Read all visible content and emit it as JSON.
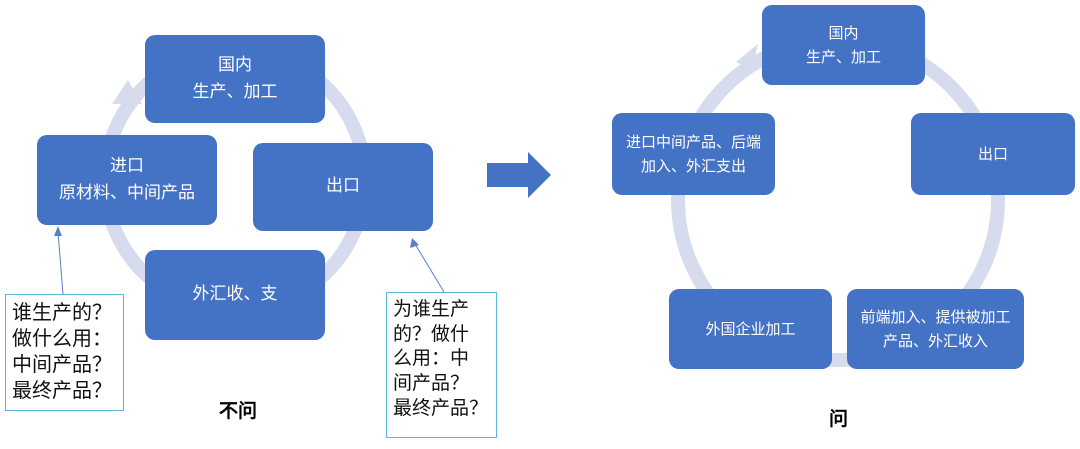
{
  "left_panel": {
    "boxes": {
      "domestic": {
        "title": "国内",
        "sub": "生产、加工"
      },
      "import": {
        "title": "进口",
        "sub": "原材料、中间产品"
      },
      "export": {
        "title": "出口"
      },
      "forex": {
        "title": "外汇收、支"
      }
    },
    "note_left": "谁生产的？\n做什么用：\n中间产品？\n最终产品？",
    "note_right": "为谁生产\n的？做什\n么用：中\n间产品？\n最终产品？",
    "caption": "不问"
  },
  "right_panel": {
    "boxes": {
      "domestic": {
        "title": "国内",
        "sub": "生产、加工"
      },
      "import": {
        "title": "进口中间产品、后端加入、外汇支出"
      },
      "export": {
        "title": "出口"
      },
      "frontend": {
        "title": "前端加入、提供被加工产品、外汇收入"
      },
      "foreign": {
        "title": "外国企业加工"
      }
    },
    "caption": "问"
  },
  "colors": {
    "box_fill": "#4472c4",
    "cycle_ring": "#d6dcee",
    "arrow": "#4472c4",
    "note_border": "#5bb8d8"
  }
}
